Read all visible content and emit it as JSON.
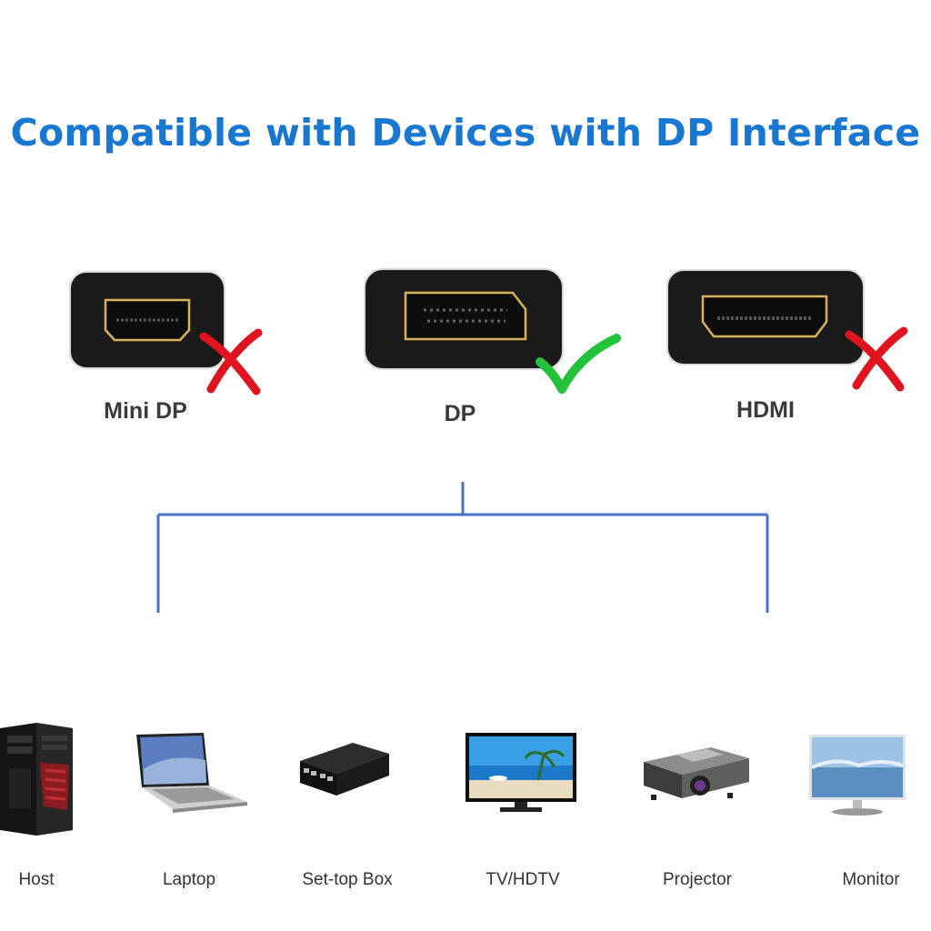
{
  "title": "Compatible with Devices with DP Interface",
  "ports": [
    {
      "label": "Mini DP",
      "status": "incompatible",
      "mark_icon": "red-x-icon"
    },
    {
      "label": "DP",
      "status": "compatible",
      "mark_icon": "green-check-icon"
    },
    {
      "label": "HDMI",
      "status": "incompatible",
      "mark_icon": "red-x-icon"
    }
  ],
  "devices": [
    {
      "label": "Host",
      "icon": "pc-tower-icon"
    },
    {
      "label": "Laptop",
      "icon": "laptop-icon"
    },
    {
      "label": "Set-top Box",
      "icon": "set-top-box-icon"
    },
    {
      "label": "TV/HDTV",
      "icon": "tv-icon"
    },
    {
      "label": "Projector",
      "icon": "projector-icon"
    },
    {
      "label": "Monitor",
      "icon": "monitor-icon"
    }
  ],
  "colors": {
    "title": "#1877d0",
    "connector_line": "#4a72c4",
    "check": "#22c23a",
    "cross": "#e0141e",
    "port_body": "#1a1a1a",
    "port_outline": "#d8b25a"
  }
}
